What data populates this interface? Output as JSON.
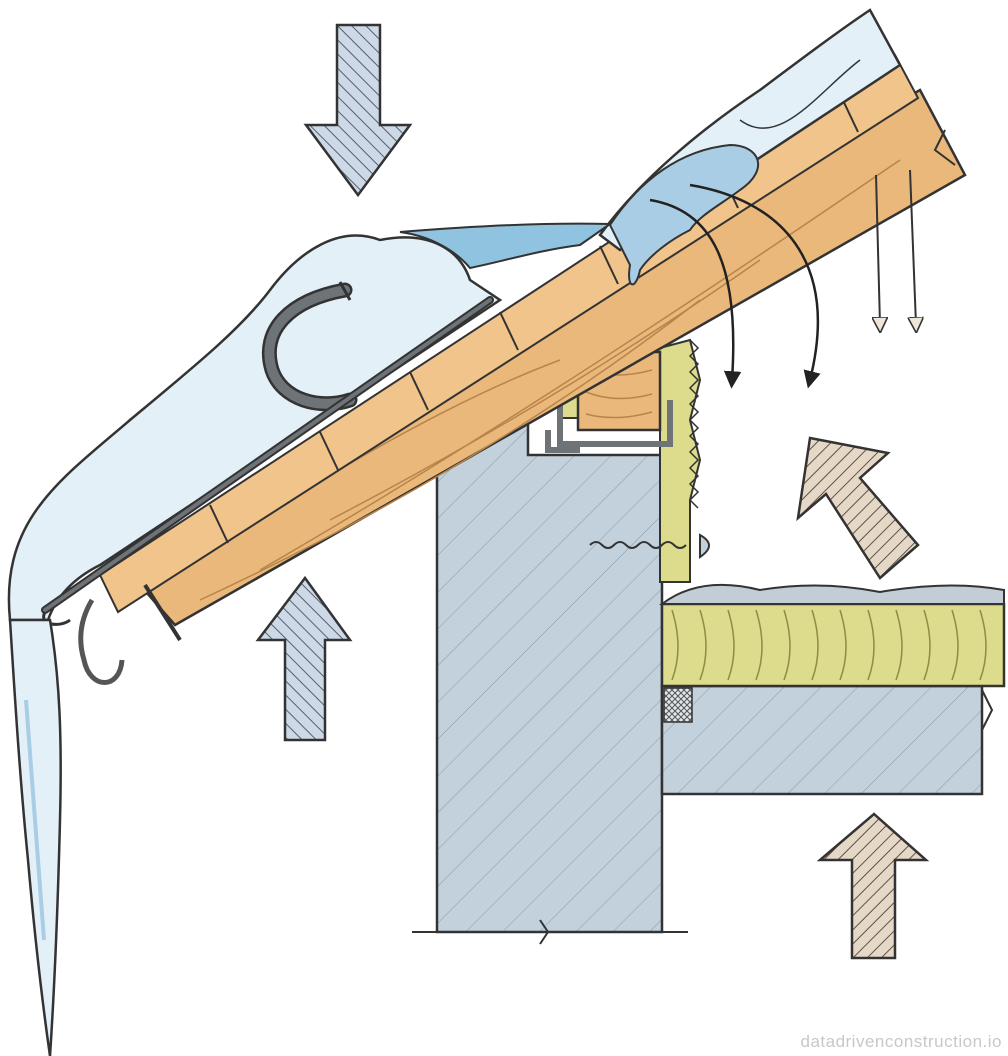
{
  "diagram": {
    "kind": "roof eave ice dam cross-section",
    "watermark": "datadrivenconstruction.io",
    "colors": {
      "outline": "#333333",
      "snow": "#e4f0f8",
      "snow_shade": "#c9deec",
      "ice": "#a9cde4",
      "meltwater": "#8fc3df",
      "wood": "#e9b87a",
      "wood_grain": "#b9844a",
      "concrete": "#c3d1dc",
      "insulation": "#dcdc8c",
      "metal": "#6e7378",
      "cold_arrow": "#cdd9e6",
      "warm_arrow": "#e6d8c6",
      "watermark": "#c8c8c8"
    },
    "icons": {
      "cold_air": "hatched-arrow",
      "warm_air": "hatched-arrow",
      "heat_flow": "curved-arrow",
      "heat_loss": "thin-arrow",
      "icicle": "icicle",
      "gutter_hook": "hook"
    }
  }
}
